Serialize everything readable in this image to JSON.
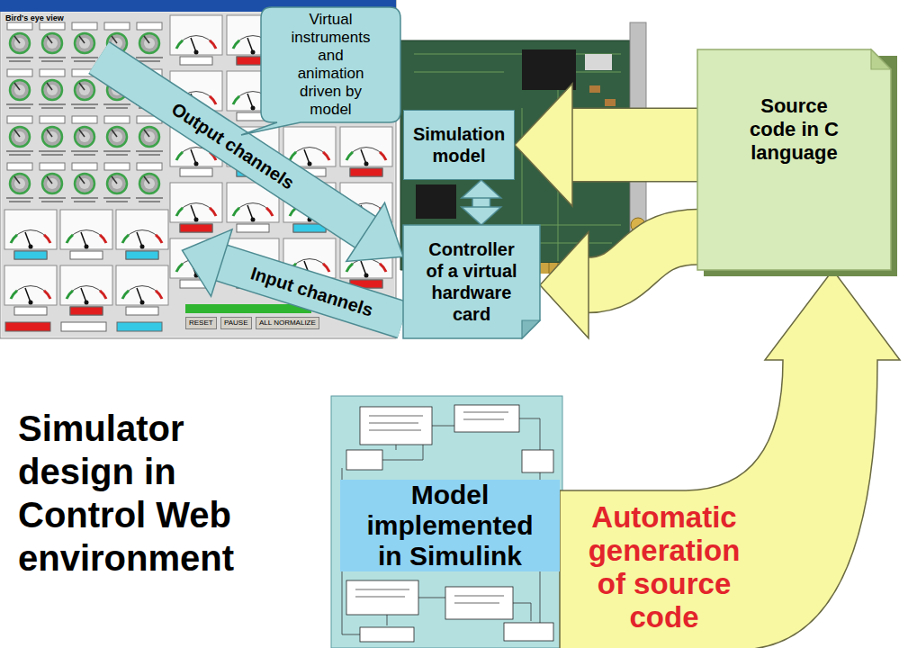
{
  "diagram": {
    "title": "Simulator design in Control Web environment",
    "nodes": [
      {
        "text": [
          "Bird's eye view"
        ]
      },
      {
        "text": [
          "Virtual instruments and animation driven by model"
        ]
      },
      {
        "text": [
          "Simulation model"
        ]
      },
      {
        "text": [
          "Source code in C language"
        ]
      },
      {
        "text": [
          "Controller of a virtual hardware card"
        ]
      },
      {
        "text": [
          "Model implemented in Simulink"
        ]
      }
    ],
    "edges": [
      {
        "from": 0,
        "to": 4,
        "label": "Output channels",
        "arrow": "to"
      },
      {
        "from": 4,
        "to": 0,
        "label": "Input channels",
        "arrow": "to"
      },
      {
        "from": 2,
        "to": 4,
        "arrow": "both"
      },
      {
        "from": 3,
        "to": 2,
        "arrow": "to"
      },
      {
        "from": 3,
        "to": 4,
        "arrow": "to"
      },
      {
        "from": 5,
        "to": 3,
        "label": "Automatic generation of source code",
        "arrow": "to"
      }
    ],
    "labels": [
      "RESET",
      "PAUSE",
      "ALL NORMALIZE"
    ]
  }
}
